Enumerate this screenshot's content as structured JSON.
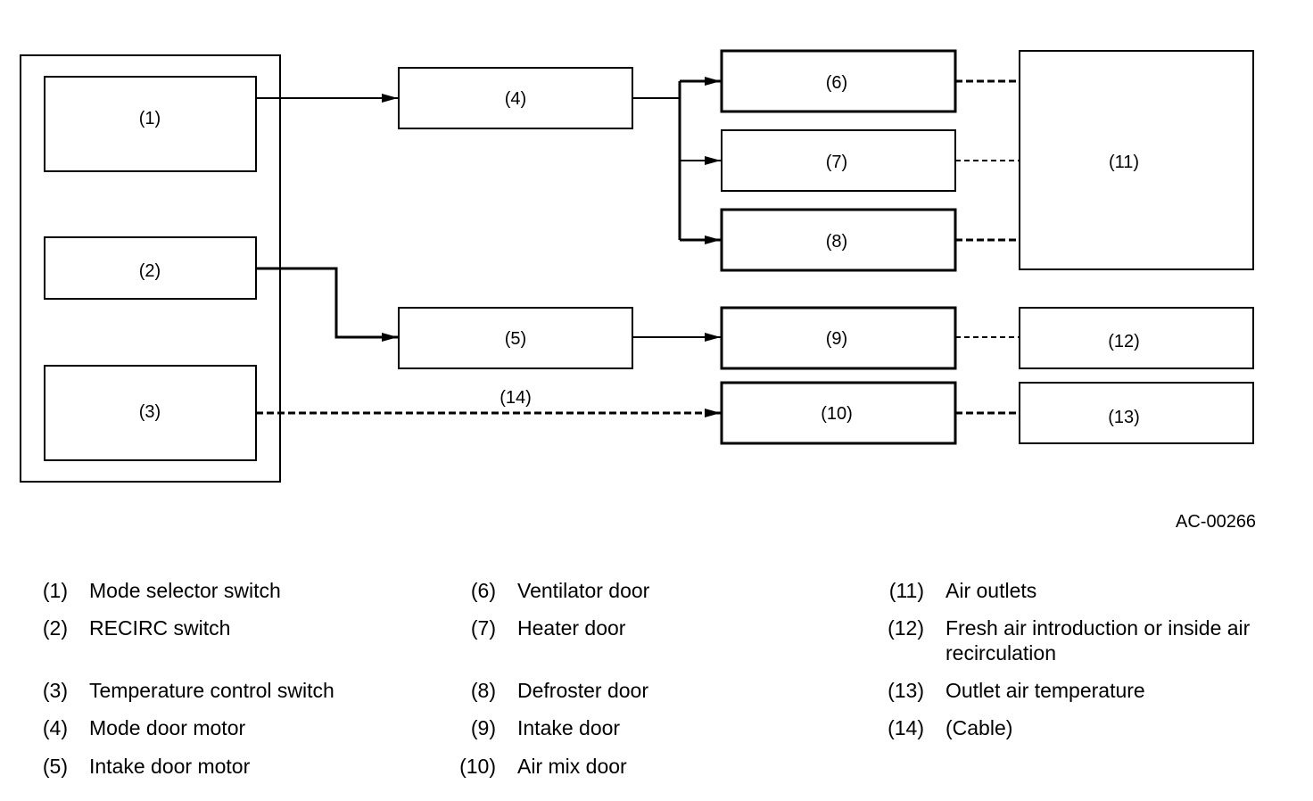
{
  "figure_code": "AC-00266",
  "boxes": {
    "b1": "(1)",
    "b2": "(2)",
    "b3": "(3)",
    "b4": "(4)",
    "b5": "(5)",
    "b6": "(6)",
    "b7": "(7)",
    "b8": "(8)",
    "b9": "(9)",
    "b10": "(10)",
    "b11": "(11)",
    "b12": "(12)",
    "b13": "(13)"
  },
  "connector_labels": {
    "cable": "(14)"
  },
  "legend": [
    {
      "num": "(1)",
      "text": "Mode selector switch"
    },
    {
      "num": "(2)",
      "text": "RECIRC switch"
    },
    {
      "num": "(3)",
      "text": "Temperature control switch"
    },
    {
      "num": "(4)",
      "text": "Mode door motor"
    },
    {
      "num": "(5)",
      "text": "Intake door motor"
    },
    {
      "num": "(6)",
      "text": "Ventilator door"
    },
    {
      "num": "(7)",
      "text": "Heater door"
    },
    {
      "num": "(8)",
      "text": "Defroster door"
    },
    {
      "num": "(9)",
      "text": "Intake door"
    },
    {
      "num": "(10)",
      "text": "Air mix door"
    },
    {
      "num": "(11)",
      "text": "Air outlets"
    },
    {
      "num": "(12)",
      "text": "Fresh air introduction or inside air recirculation"
    },
    {
      "num": "(13)",
      "text": "Outlet air temperature"
    },
    {
      "num": "(14)",
      "text": "(Cable)"
    }
  ]
}
